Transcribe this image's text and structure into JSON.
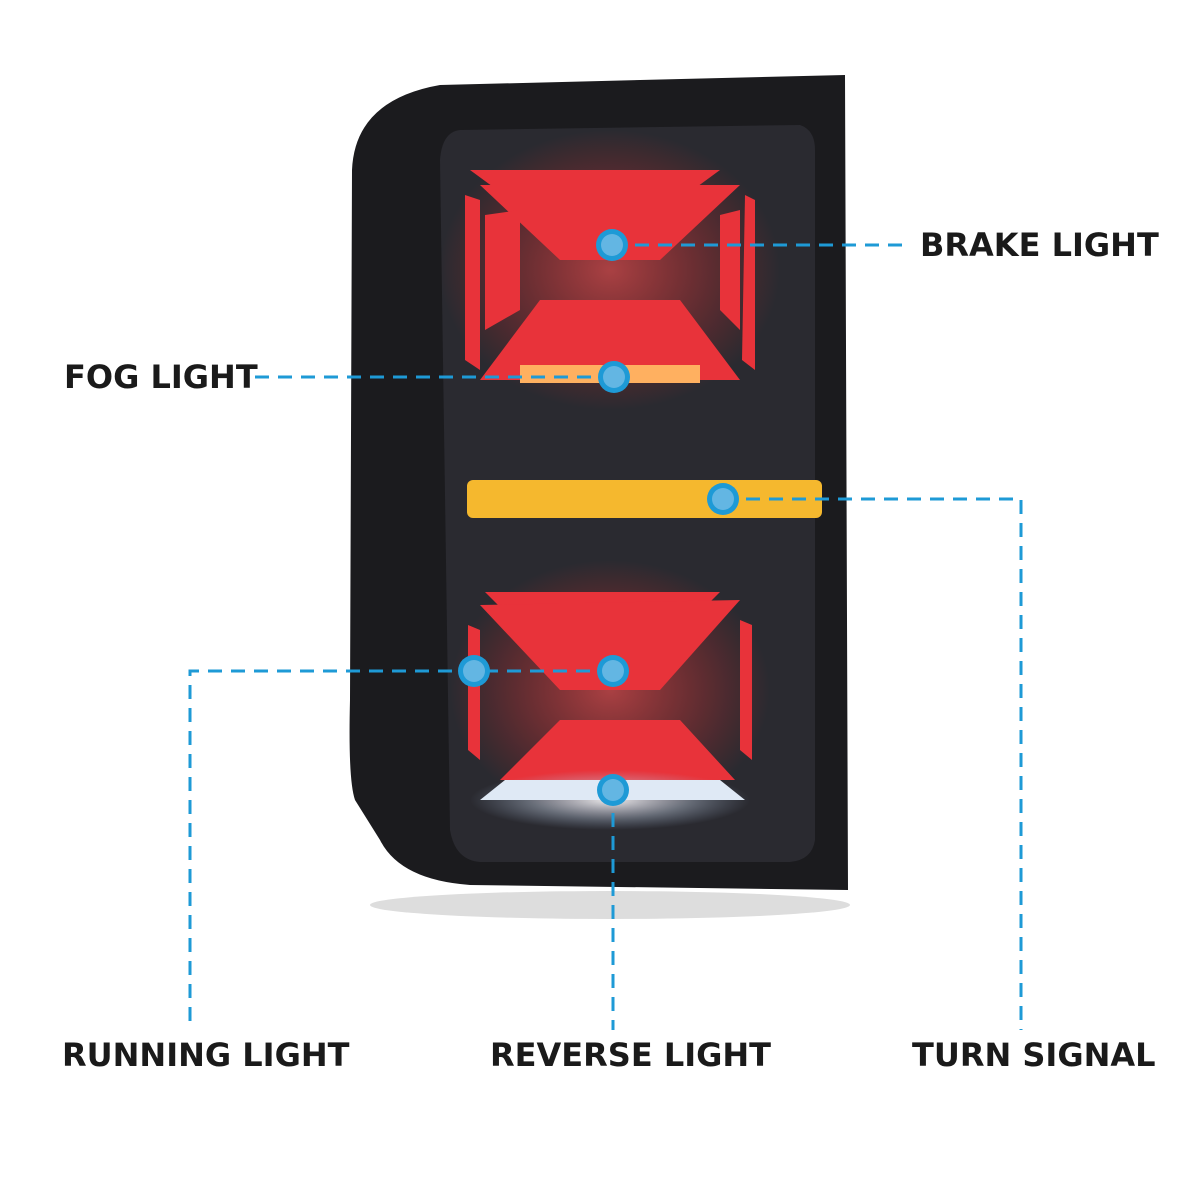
{
  "callouts": {
    "brake": "BRAKE LIGHT",
    "fog": "FOG LIGHT",
    "turn": "TURN SIGNAL",
    "running": "RUNNING LIGHT",
    "reverse": "REVERSE LIGHT"
  },
  "colors": {
    "callout_line": "#1e9ad6",
    "dot_inner": "#63b6e3",
    "brake_red": "#e8333a",
    "turn_amber": "#f5b82e",
    "reverse_white": "#dfe9f5",
    "housing": "#1b1b1e"
  }
}
